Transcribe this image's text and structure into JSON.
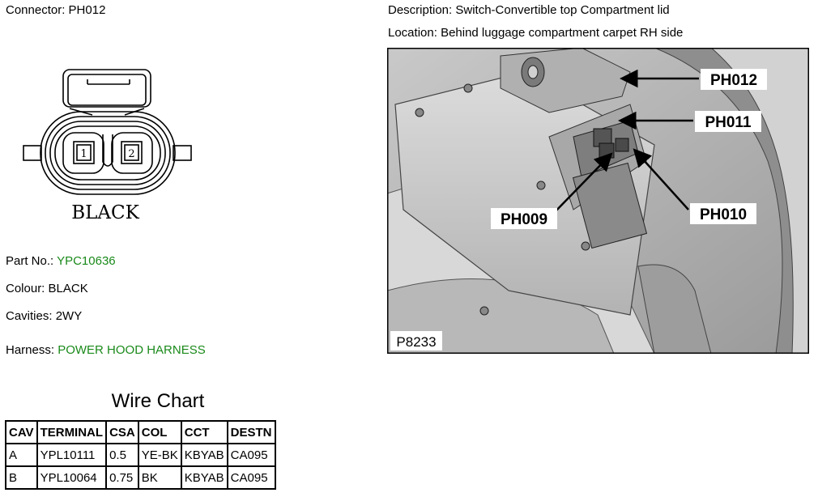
{
  "connector": {
    "label": "Connector:",
    "id": "PH012",
    "diagram_colour_text": "BLACK",
    "cavity_labels": [
      "1",
      "2"
    ]
  },
  "description": {
    "label": "Description:",
    "value": "Switch-Convertible top Compartment lid"
  },
  "location": {
    "label": "Location:",
    "value": "Behind luggage compartment carpet RH side"
  },
  "part_no": {
    "label": "Part No.:",
    "value": "YPC10636"
  },
  "colour": {
    "label": "Colour:",
    "value": "BLACK"
  },
  "cavities": {
    "label": "Cavities:",
    "value": "2WY"
  },
  "harness": {
    "label": "Harness:",
    "value": "POWER HOOD HARNESS"
  },
  "photo": {
    "ref": "P8233",
    "callouts": [
      "PH012",
      "PH011",
      "PH009",
      "PH010"
    ]
  },
  "wire_chart": {
    "title": "Wire Chart",
    "headers": [
      "CAV",
      "TERMINAL",
      "CSA",
      "COL",
      "CCT",
      "DESTN"
    ],
    "rows": [
      [
        "A",
        "YPL10111",
        "0.5",
        "YE-BK",
        "KBYAB",
        "CA095"
      ],
      [
        "B",
        "YPL10064",
        "0.75",
        "BK",
        "KBYAB",
        "CA095"
      ]
    ]
  },
  "colors": {
    "accent_green": "#1a8a1a"
  }
}
